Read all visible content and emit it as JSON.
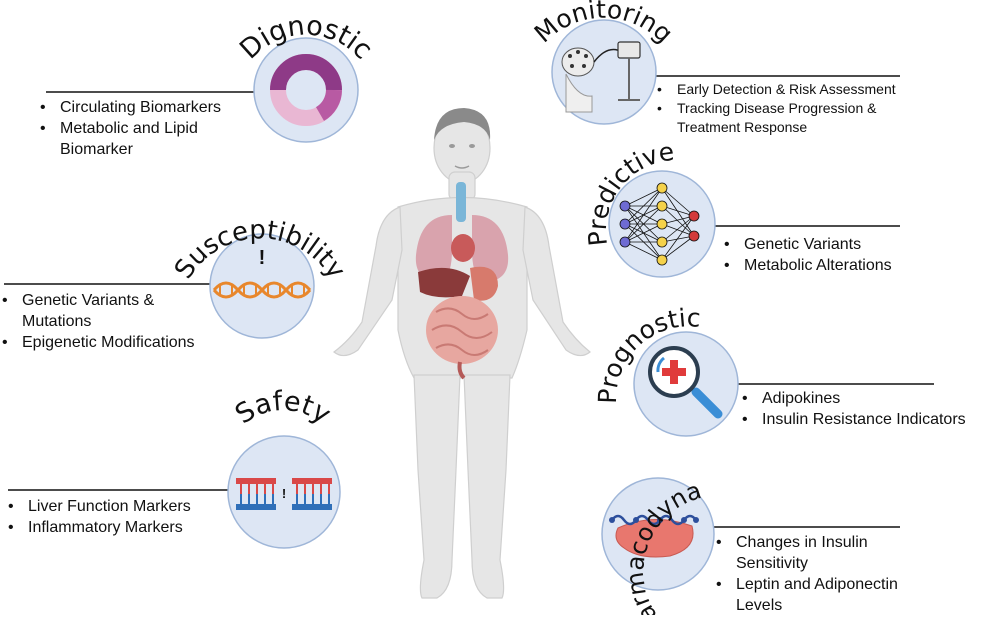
{
  "body": {
    "label": "human-body-illustration"
  },
  "categories": {
    "diagnostic": {
      "title": "Dignostic",
      "items": [
        "Circulating Biomarkers",
        "Metabolic and Lipid Biomarker"
      ],
      "icon": "donut-chart-icon",
      "colors": {
        "ring_dark": "#8e3a87",
        "ring_light": "#e9b7d3",
        "circle_fill": "#dde6f4",
        "circle_stroke": "#9fb6d8"
      }
    },
    "monitoring": {
      "title": "Monitoring",
      "items": [
        "Early Detection & Risk Assessment",
        "Tracking Disease Progression & Treatment Response"
      ],
      "icon": "eeg-monitor-icon"
    },
    "susceptibility": {
      "title": "Susceptibility",
      "items": [
        "Genetic Variants & Mutations",
        "Epigenetic Modifications"
      ],
      "icon": "dna-mutation-icon",
      "colors": {
        "dna": "#e8872c"
      }
    },
    "predictive": {
      "title": "Predictive",
      "items": [
        "Genetic Variants",
        "Metabolic Alterations"
      ],
      "icon": "neural-network-icon",
      "colors": {
        "input": "#6e6bd3",
        "hidden": "#f5d24a",
        "output": "#d33b3b"
      }
    },
    "prognostic": {
      "title": "Prognostic",
      "items": [
        "Adipokines",
        "Insulin Resistance Indicators"
      ],
      "icon": "magnifier-cross-icon",
      "colors": {
        "handle": "#3b8ed6",
        "cross": "#e03b3b"
      }
    },
    "safety": {
      "title": "Safety",
      "items": [
        "Liver Function Markers",
        "Inflammatory Markers"
      ],
      "icon": "broken-dna-icon",
      "colors": {
        "top": "#d94848",
        "bottom": "#2f6fb8"
      }
    },
    "pharmacodynamic": {
      "title": "Pharmacodynamic",
      "items": [
        "Changes in Insulin Sensitivity",
        "Leptin and Adiponectin Levels"
      ],
      "icon": "cell-receptor-icon",
      "colors": {
        "cell": "#e8776e",
        "chain": "#2d4f9c"
      }
    }
  }
}
